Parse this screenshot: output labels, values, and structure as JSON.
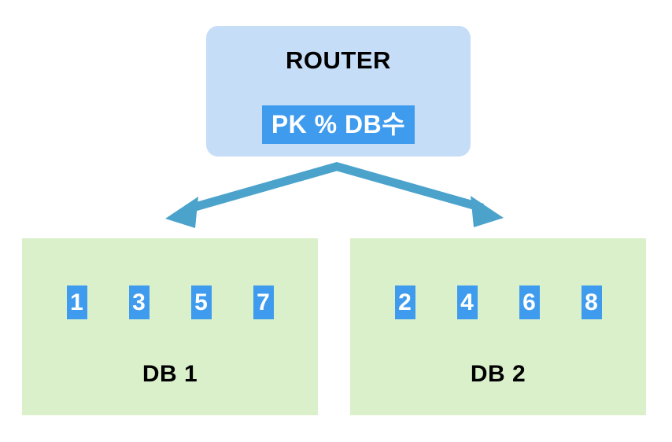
{
  "diagram": {
    "title": "Database sharding router diagram",
    "colors": {
      "router_fill": "#c6ddf8",
      "db_fill": "#daf0cb",
      "key_badge": "#3f9bee",
      "arrow": "#4ba3cc",
      "text": "#000000",
      "badge_text": "#ffffff",
      "background": "#ffffff"
    },
    "router": {
      "title": "ROUTER",
      "formula": "PK % DB수"
    },
    "arrows": [
      {
        "name": "router-to-db1",
        "direction": "down-left"
      },
      {
        "name": "router-to-db2",
        "direction": "down-right"
      }
    ],
    "databases": [
      {
        "label": "DB 1",
        "keys": [
          "1",
          "3",
          "5",
          "7"
        ]
      },
      {
        "label": "DB 2",
        "keys": [
          "2",
          "4",
          "6",
          "8"
        ]
      }
    ]
  }
}
